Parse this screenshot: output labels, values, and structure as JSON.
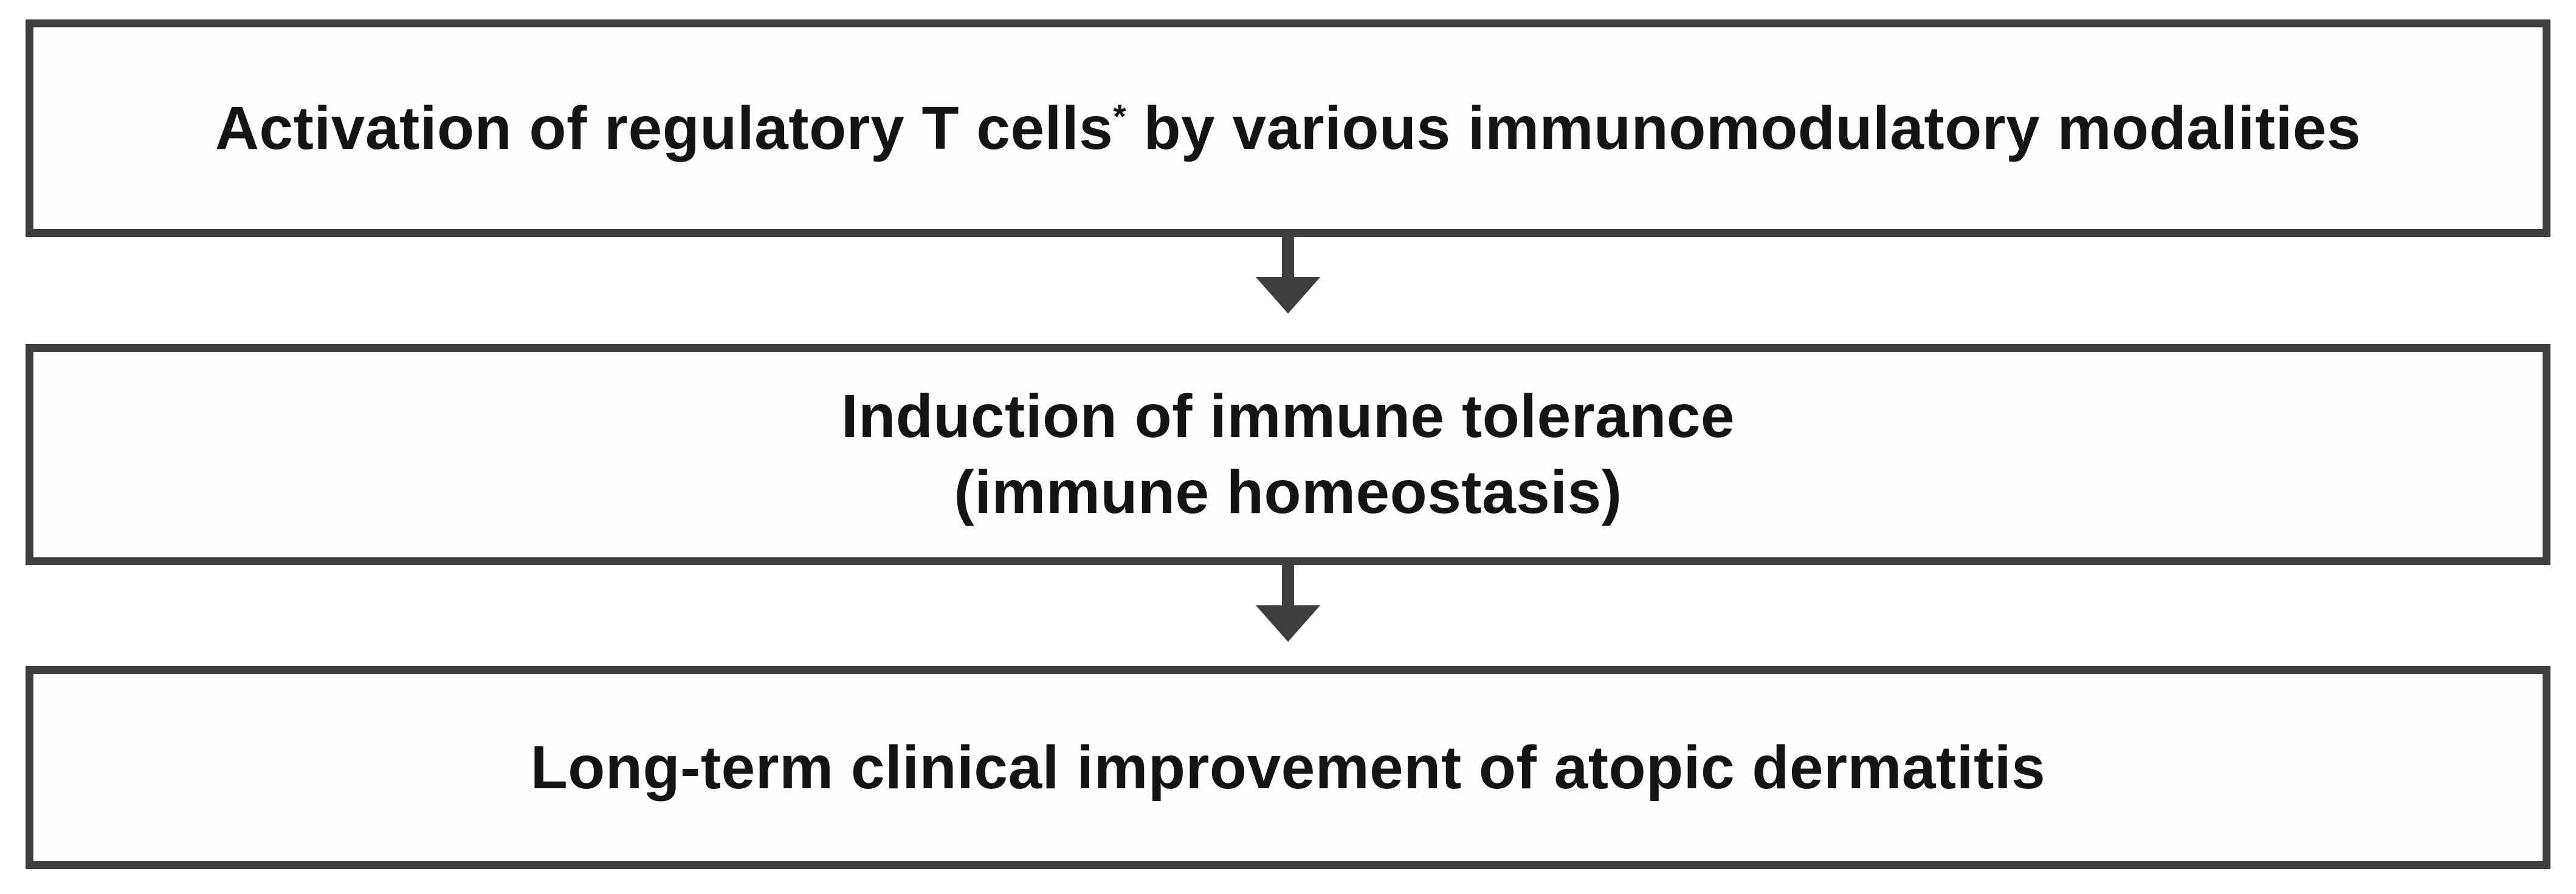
{
  "diagram": {
    "type": "flowchart",
    "direction": "top-down",
    "colors": {
      "background": "#ffffff",
      "box_fill": "#fefefe",
      "box_border": "#3e3e3e",
      "arrow": "#3e3e3e",
      "text": "#141414"
    },
    "boxes": [
      {
        "id": "box-1",
        "text_before_sup": "Activation of regulatory T cells",
        "superscript": "*",
        "text_after_sup": " by various immunomodulatory modalities"
      },
      {
        "id": "box-2",
        "line1": "Induction of immune tolerance",
        "line2": "(immune homeostasis)"
      },
      {
        "id": "box-3",
        "text": "Long-term clinical improvement of atopic dermatitis"
      }
    ],
    "connectors": [
      {
        "from": "box-1",
        "to": "box-2",
        "icon": "down-arrow-icon"
      },
      {
        "from": "box-2",
        "to": "box-3",
        "icon": "down-arrow-icon"
      }
    ]
  }
}
